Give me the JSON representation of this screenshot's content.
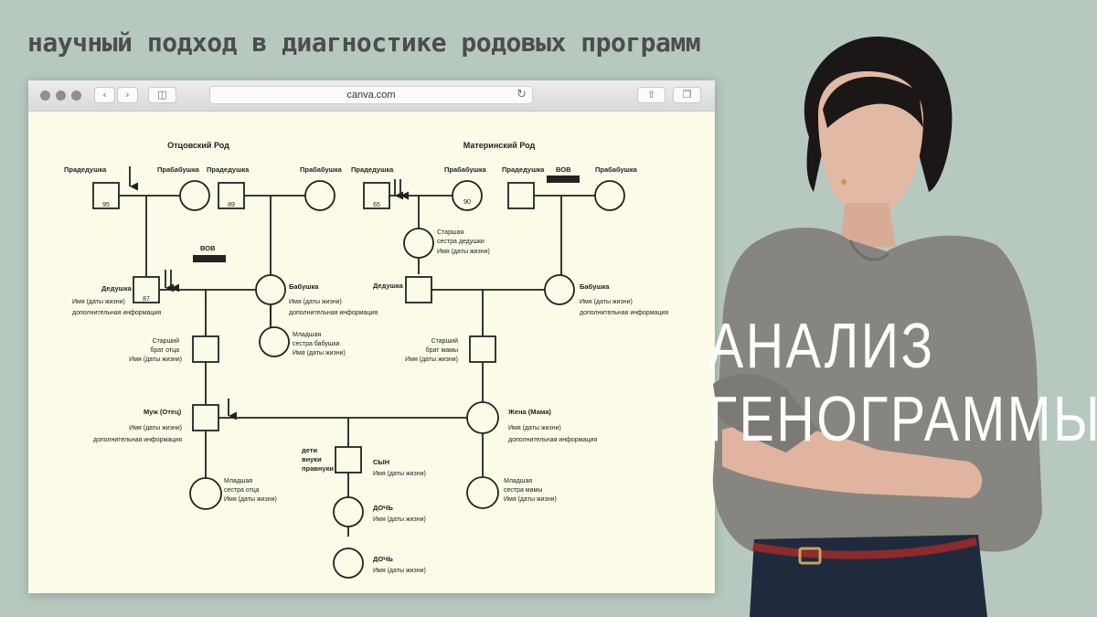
{
  "headline": "научный подход в диагностике родовых программ",
  "browser": {
    "url": "canva.com"
  },
  "title": {
    "line1": "АНАЛИЗ",
    "line2": "ГЕНОГРАММЫ"
  },
  "genogram": {
    "paternal_title": "Отцовский Род",
    "maternal_title": "Материнский Род",
    "ggf1_label": "Прадедушка",
    "ggf1_age": "95",
    "ggm1_label": "Прабабушка",
    "ggf2_label": "Прадедушка",
    "ggf2_age": "89",
    "ggm2_label": "Прабабушка",
    "ggf3_label": "Прадедушка",
    "ggf3_age": "65",
    "ggm3_label": "Прабабушка",
    "ggm3_age": "90",
    "ggf4_label": "Прадедушка",
    "ggm4_label": "Прабабушка",
    "bob1": "ВОВ",
    "bob2": "ВОВ",
    "gf_p_label": "Дедушка",
    "gf_p_age": "87",
    "gf_p_line2": "Имя (даты жизни)",
    "gf_p_line3": "дополнительная информация",
    "gm_p_label": "Бабушка",
    "gm_p_line2": "Имя (даты жизни)",
    "gm_p_line3": "дополнительная информация",
    "gm_sis_line1": "Младшая",
    "gm_sis_line2": "сестра бабушки",
    "gm_sis_line3": "Имя (даты жизни)",
    "gf_sis_line1": "Старшая",
    "gf_sis_line2": "сестра дедушки",
    "gf_sis_line3": "Имя (даты жизни)",
    "gf_m_label": "Дедушка",
    "gm_m_label": "Бабушка",
    "gm_m_line2": "Имя (даты жизни)",
    "gm_m_line3": "дополнительная информация",
    "f_bro_line1": "Старший",
    "f_bro_line2": "брат отца",
    "f_bro_line3": "Имя (даты жизни)",
    "m_bro_line1": "Старший",
    "m_bro_line2": "брат мамы",
    "m_bro_line3": "Имя (даты жизни)",
    "father_label": "Муж (Отец)",
    "father_line2": "Имя (даты жизни)",
    "father_line3": "дополнительная информация",
    "mother_label": "Жена (Мама)",
    "mother_line2": "Имя (даты жизни)",
    "mother_line3": "дополнительная информация",
    "kids_line1": "дети",
    "kids_line2": "внуки",
    "kids_line3": "правнуки",
    "son_label": "СЫН",
    "son_line2": "Имя (даты жизни)",
    "d1_label": "ДОЧЬ",
    "d1_line2": "Имя (даты жизни)",
    "d2_label": "ДОЧЬ",
    "d2_line2": "Имя (даты жизни)",
    "f_sis_line1": "Младшая",
    "f_sis_line2": "сестра отца",
    "f_sis_line3": "Имя (даты жизни)",
    "m_sis_line1": "Младшая",
    "m_sis_line2": "сестра мамы",
    "m_sis_line3": "Имя (даты жизни)"
  },
  "colors": {
    "background": "#b7c8bf",
    "headline": "#4c4d4c",
    "canvas": "#fbfbe8",
    "title": "#ffffff"
  }
}
